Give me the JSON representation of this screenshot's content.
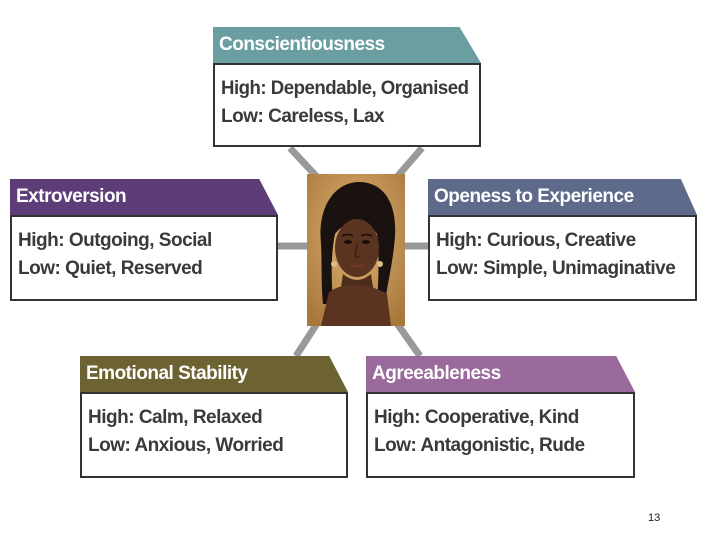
{
  "traits": {
    "conscientiousness": {
      "title": "Conscientiousness",
      "high": "High: Dependable, Organised",
      "low": "Low: Careless, Lax",
      "color": "#6a9ea0"
    },
    "extroversion": {
      "title": "Extroversion",
      "high": "High: Outgoing, Social",
      "low": "Low: Quiet, Reserved",
      "color": "#5d3d78"
    },
    "openness": {
      "title": "Openess to Experience",
      "high": "High: Curious, Creative",
      "low": "Low: Simple, Unimaginative",
      "color": "#5e6a8a"
    },
    "emotional_stability": {
      "title": "Emotional Stability",
      "high": "High: Calm, Relaxed",
      "low": "Low: Anxious, Worried",
      "color": "#6d6232"
    },
    "agreeableness": {
      "title": "Agreeableness",
      "high": "High: Cooperative, Kind",
      "low": "Low: Antagonistic, Rude",
      "color": "#9a6a9c"
    }
  },
  "center": {
    "icon": "woman-portrait-icon"
  },
  "page_number": "13"
}
